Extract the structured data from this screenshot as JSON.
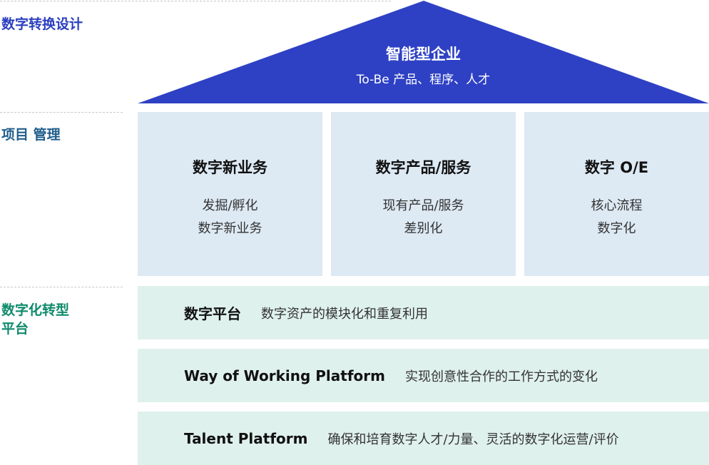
{
  "side_labels": {
    "design": "数字转换设计",
    "project_management": "项目 管理",
    "platform_line1": "数字化转型",
    "platform_line2": "平台"
  },
  "roof": {
    "title": "智能型企业",
    "subtitle": "To-Be 产品、程序、人才",
    "color": "#2e41c4"
  },
  "pillars": [
    {
      "title": "数字新业务",
      "desc_line1": "发掘/孵化",
      "desc_line2": "数字新业务"
    },
    {
      "title": "数字产品/服务",
      "desc_line1": "现有产品/服务",
      "desc_line2": "差别化"
    },
    {
      "title": "数字 O/E",
      "desc_line1": "核心流程",
      "desc_line2": "数字化"
    }
  ],
  "platforms": [
    {
      "title": "数字平台",
      "desc": "数字资产的模块化和重复利用"
    },
    {
      "title": "Way of Working Platform",
      "desc": "实现创意性合作的工作方式的变化"
    },
    {
      "title": "Talent Platform",
      "desc": "确保和培育数字人才/力量、灵活的数字化运营/评价"
    }
  ],
  "colors": {
    "design_label": "#2b3fbf",
    "pm_label": "#1f5d8c",
    "platform_label": "#0f8a6c",
    "pillar_bg": "#dde9f3",
    "platform_bg": "#dff1ec"
  }
}
